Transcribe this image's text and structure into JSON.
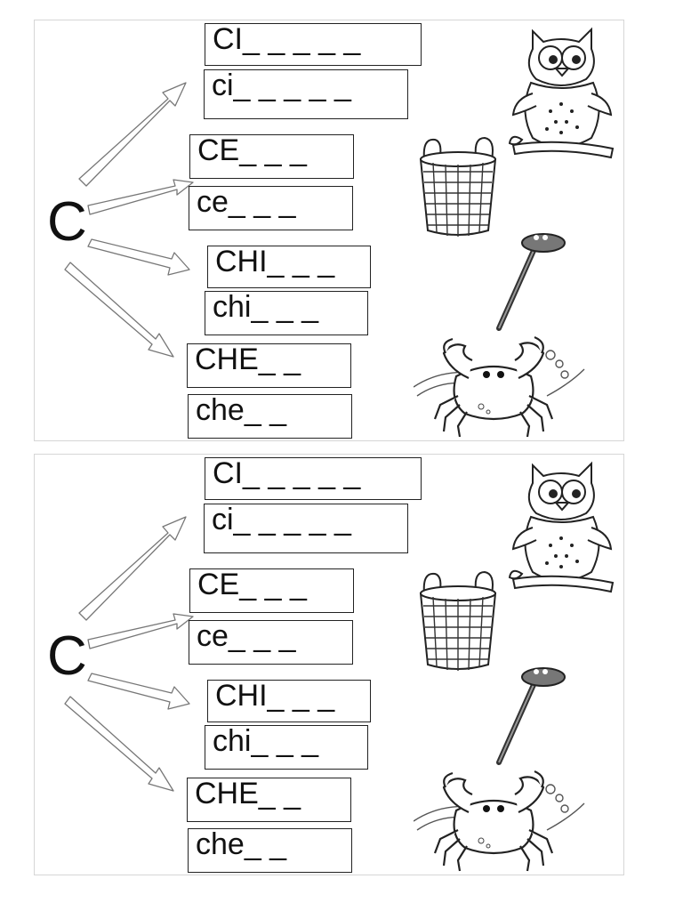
{
  "worksheets": [
    {
      "letter": "C",
      "boxes": [
        "CI_ _ _ _ _",
        "ci_ _ _ _ _",
        "CE_ _ _",
        "ce_ _ _",
        "CHI_ _ _",
        "chi_ _ _",
        "CHE_ _",
        "che_ _"
      ],
      "pictures": [
        "owl-icon",
        "basket-icon",
        "pin-icon",
        "crab-icon"
      ]
    },
    {
      "letter": "C",
      "boxes": [
        "CI_ _ _ _ _",
        "ci_ _ _ _ _",
        "CE_ _ _",
        "ce_ _ _",
        "CHI_ _ _",
        "chi_ _ _",
        "CHE_ _",
        "che_ _"
      ],
      "pictures": [
        "owl-icon",
        "basket-icon",
        "pin-icon",
        "crab-icon"
      ]
    }
  ]
}
